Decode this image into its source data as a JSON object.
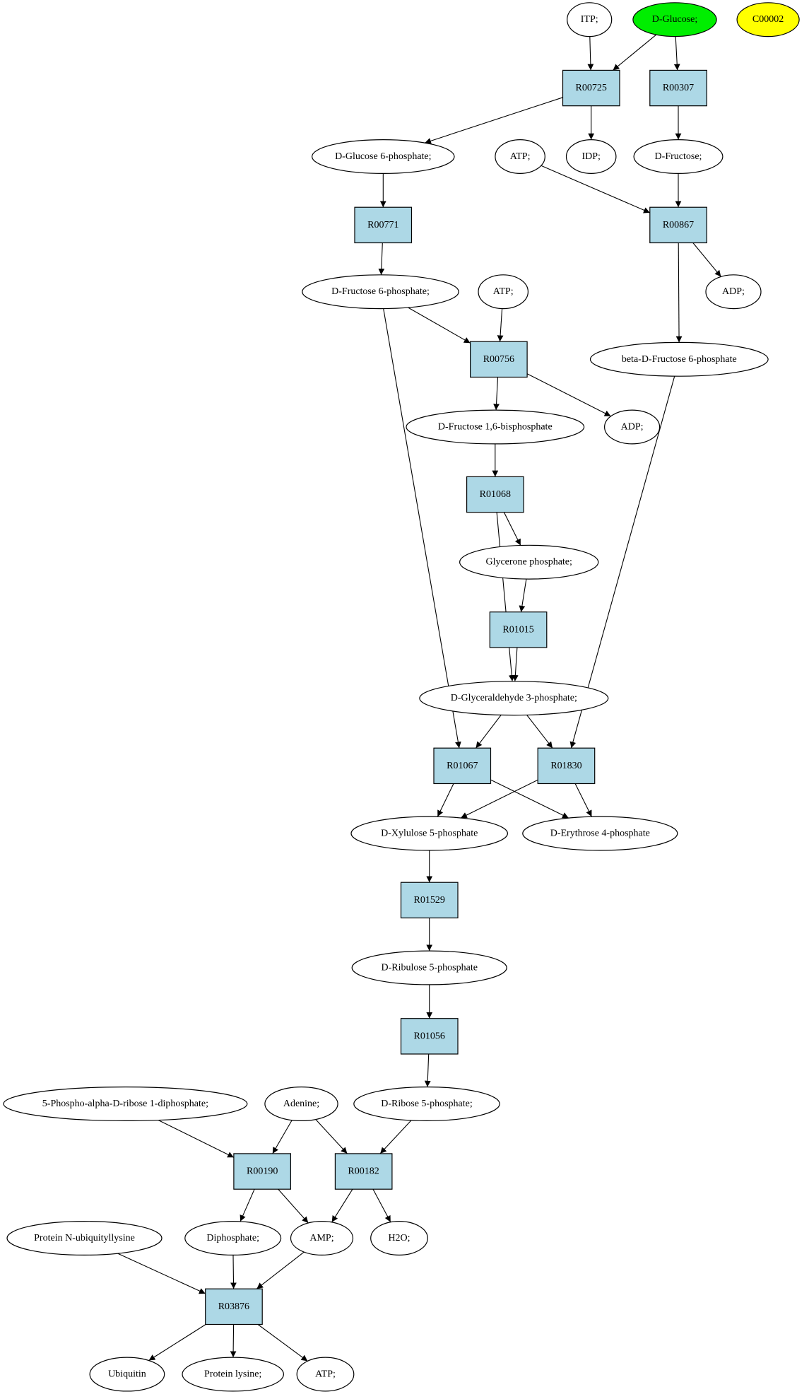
{
  "colors": {
    "reaction_fill": "#add8e6",
    "compound_fill": "#ffffff",
    "highlight_green": "#00ee00",
    "highlight_yellow": "#ffff00",
    "stroke": "#000000"
  },
  "nodes": {
    "itp": {
      "label": "ITP;",
      "kind": "compound"
    },
    "dglucose": {
      "label": "D-Glucose;",
      "kind": "compound",
      "fill": "green"
    },
    "c00002": {
      "label": "C00002",
      "kind": "compound",
      "fill": "yellow"
    },
    "r00725": {
      "label": "R00725",
      "kind": "reaction"
    },
    "r00307": {
      "label": "R00307",
      "kind": "reaction"
    },
    "g6p": {
      "label": "D-Glucose 6-phosphate;",
      "kind": "compound"
    },
    "atp1": {
      "label": "ATP;",
      "kind": "compound"
    },
    "idp": {
      "label": "IDP;",
      "kind": "compound"
    },
    "dfructose": {
      "label": "D-Fructose;",
      "kind": "compound"
    },
    "r00771": {
      "label": "R00771",
      "kind": "reaction"
    },
    "r00867": {
      "label": "R00867",
      "kind": "reaction"
    },
    "f6p": {
      "label": "D-Fructose 6-phosphate;",
      "kind": "compound"
    },
    "atp2": {
      "label": "ATP;",
      "kind": "compound"
    },
    "adp1": {
      "label": "ADP;",
      "kind": "compound"
    },
    "r00756": {
      "label": "R00756",
      "kind": "reaction"
    },
    "bf6p": {
      "label": "beta-D-Fructose 6-phosphate",
      "kind": "compound"
    },
    "f16bp": {
      "label": "D-Fructose 1,6-bisphosphate",
      "kind": "compound"
    },
    "adp2": {
      "label": "ADP;",
      "kind": "compound"
    },
    "r01068": {
      "label": "R01068",
      "kind": "reaction"
    },
    "gp": {
      "label": "Glycerone phosphate;",
      "kind": "compound"
    },
    "r01015": {
      "label": "R01015",
      "kind": "reaction"
    },
    "g3p": {
      "label": "D-Glyceraldehyde 3-phosphate;",
      "kind": "compound"
    },
    "r01067": {
      "label": "R01067",
      "kind": "reaction"
    },
    "r01830": {
      "label": "R01830",
      "kind": "reaction"
    },
    "x5p": {
      "label": "D-Xylulose 5-phosphate",
      "kind": "compound"
    },
    "e4p": {
      "label": "D-Erythrose 4-phosphate",
      "kind": "compound"
    },
    "r01529": {
      "label": "R01529",
      "kind": "reaction"
    },
    "ru5p": {
      "label": "D-Ribulose 5-phosphate",
      "kind": "compound"
    },
    "r01056": {
      "label": "R01056",
      "kind": "reaction"
    },
    "prpp": {
      "label": "5-Phospho-alpha-D-ribose 1-diphosphate;",
      "kind": "compound"
    },
    "adenine": {
      "label": "Adenine;",
      "kind": "compound"
    },
    "r5p": {
      "label": "D-Ribose 5-phosphate;",
      "kind": "compound"
    },
    "r00190": {
      "label": "R00190",
      "kind": "reaction"
    },
    "r00182": {
      "label": "R00182",
      "kind": "reaction"
    },
    "pnul": {
      "label": "Protein N-ubiquityllysine",
      "kind": "compound"
    },
    "diphosphate": {
      "label": "Diphosphate;",
      "kind": "compound"
    },
    "amp": {
      "label": "AMP;",
      "kind": "compound"
    },
    "h2o": {
      "label": "H2O;",
      "kind": "compound"
    },
    "r03876": {
      "label": "R03876",
      "kind": "reaction"
    },
    "ubiquitin": {
      "label": "Ubiquitin",
      "kind": "compound"
    },
    "plys": {
      "label": "Protein lysine;",
      "kind": "compound"
    },
    "atp3": {
      "label": "ATP;",
      "kind": "compound"
    }
  },
  "edges": [
    [
      "itp",
      "r00725"
    ],
    [
      "dglucose",
      "r00725"
    ],
    [
      "dglucose",
      "r00307"
    ],
    [
      "r00725",
      "g6p"
    ],
    [
      "r00725",
      "idp"
    ],
    [
      "r00307",
      "dfructose"
    ],
    [
      "g6p",
      "r00771"
    ],
    [
      "atp1",
      "r00867"
    ],
    [
      "dfructose",
      "r00867"
    ],
    [
      "r00771",
      "f6p"
    ],
    [
      "r00867",
      "adp1"
    ],
    [
      "r00867",
      "bf6p"
    ],
    [
      "f6p",
      "r00756"
    ],
    [
      "atp2",
      "r00756"
    ],
    [
      "f6p",
      "r01067"
    ],
    [
      "r00756",
      "f16bp"
    ],
    [
      "r00756",
      "adp2"
    ],
    [
      "f16bp",
      "r01068"
    ],
    [
      "r01068",
      "gp"
    ],
    [
      "r01068",
      "g3p"
    ],
    [
      "gp",
      "r01015"
    ],
    [
      "r01015",
      "g3p"
    ],
    [
      "g3p",
      "r01067"
    ],
    [
      "g3p",
      "r01830"
    ],
    [
      "bf6p",
      "r01830"
    ],
    [
      "r01067",
      "x5p"
    ],
    [
      "r01067",
      "e4p"
    ],
    [
      "r01830",
      "x5p"
    ],
    [
      "r01830",
      "e4p"
    ],
    [
      "x5p",
      "r01529"
    ],
    [
      "r01529",
      "ru5p"
    ],
    [
      "ru5p",
      "r01056"
    ],
    [
      "r01056",
      "r5p"
    ],
    [
      "prpp",
      "r00190"
    ],
    [
      "adenine",
      "r00190"
    ],
    [
      "adenine",
      "r00182"
    ],
    [
      "r5p",
      "r00182"
    ],
    [
      "r00190",
      "diphosphate"
    ],
    [
      "r00190",
      "amp"
    ],
    [
      "r00182",
      "amp"
    ],
    [
      "r00182",
      "h2o"
    ],
    [
      "pnul",
      "r03876"
    ],
    [
      "diphosphate",
      "r03876"
    ],
    [
      "amp",
      "r03876"
    ],
    [
      "r03876",
      "ubiquitin"
    ],
    [
      "r03876",
      "plys"
    ],
    [
      "r03876",
      "atp3"
    ]
  ]
}
